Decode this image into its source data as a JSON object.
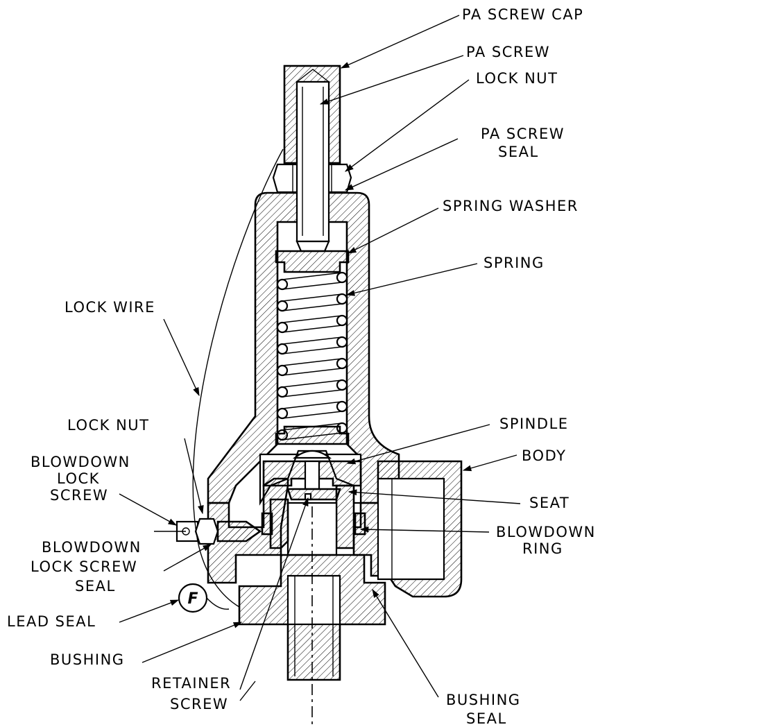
{
  "labels": {
    "pa_screw_cap": "PA SCREW CAP",
    "pa_screw": "PA SCREW",
    "lock_nut_top": "LOCK NUT",
    "pa_screw_seal_1": "PA SCREW",
    "pa_screw_seal_2": "SEAL",
    "spring_washer": "SPRING WASHER",
    "spring": "SPRING",
    "lock_wire": "LOCK WIRE",
    "lock_nut_side": "LOCK NUT",
    "blowdown_lock_screw_1": "BLOWDOWN",
    "blowdown_lock_screw_2": "LOCK",
    "blowdown_lock_screw_3": "SCREW",
    "blowdown_lock_screw_seal_1": "BLOWDOWN",
    "blowdown_lock_screw_seal_2": "LOCK SCREW",
    "blowdown_lock_screw_seal_3": "SEAL",
    "lead_seal": "LEAD SEAL",
    "bushing": "BUSHING",
    "retainer_screw_1": "RETAINER",
    "retainer_screw_2": "SCREW",
    "spindle": "SPINDLE",
    "body": "BODY",
    "seat": "SEAT",
    "blowdown_ring_1": "BLOWDOWN",
    "blowdown_ring_2": "RING",
    "bushing_seal_1": "BUSHING",
    "bushing_seal_2": "SEAL",
    "lead_seal_stamp": "F"
  }
}
